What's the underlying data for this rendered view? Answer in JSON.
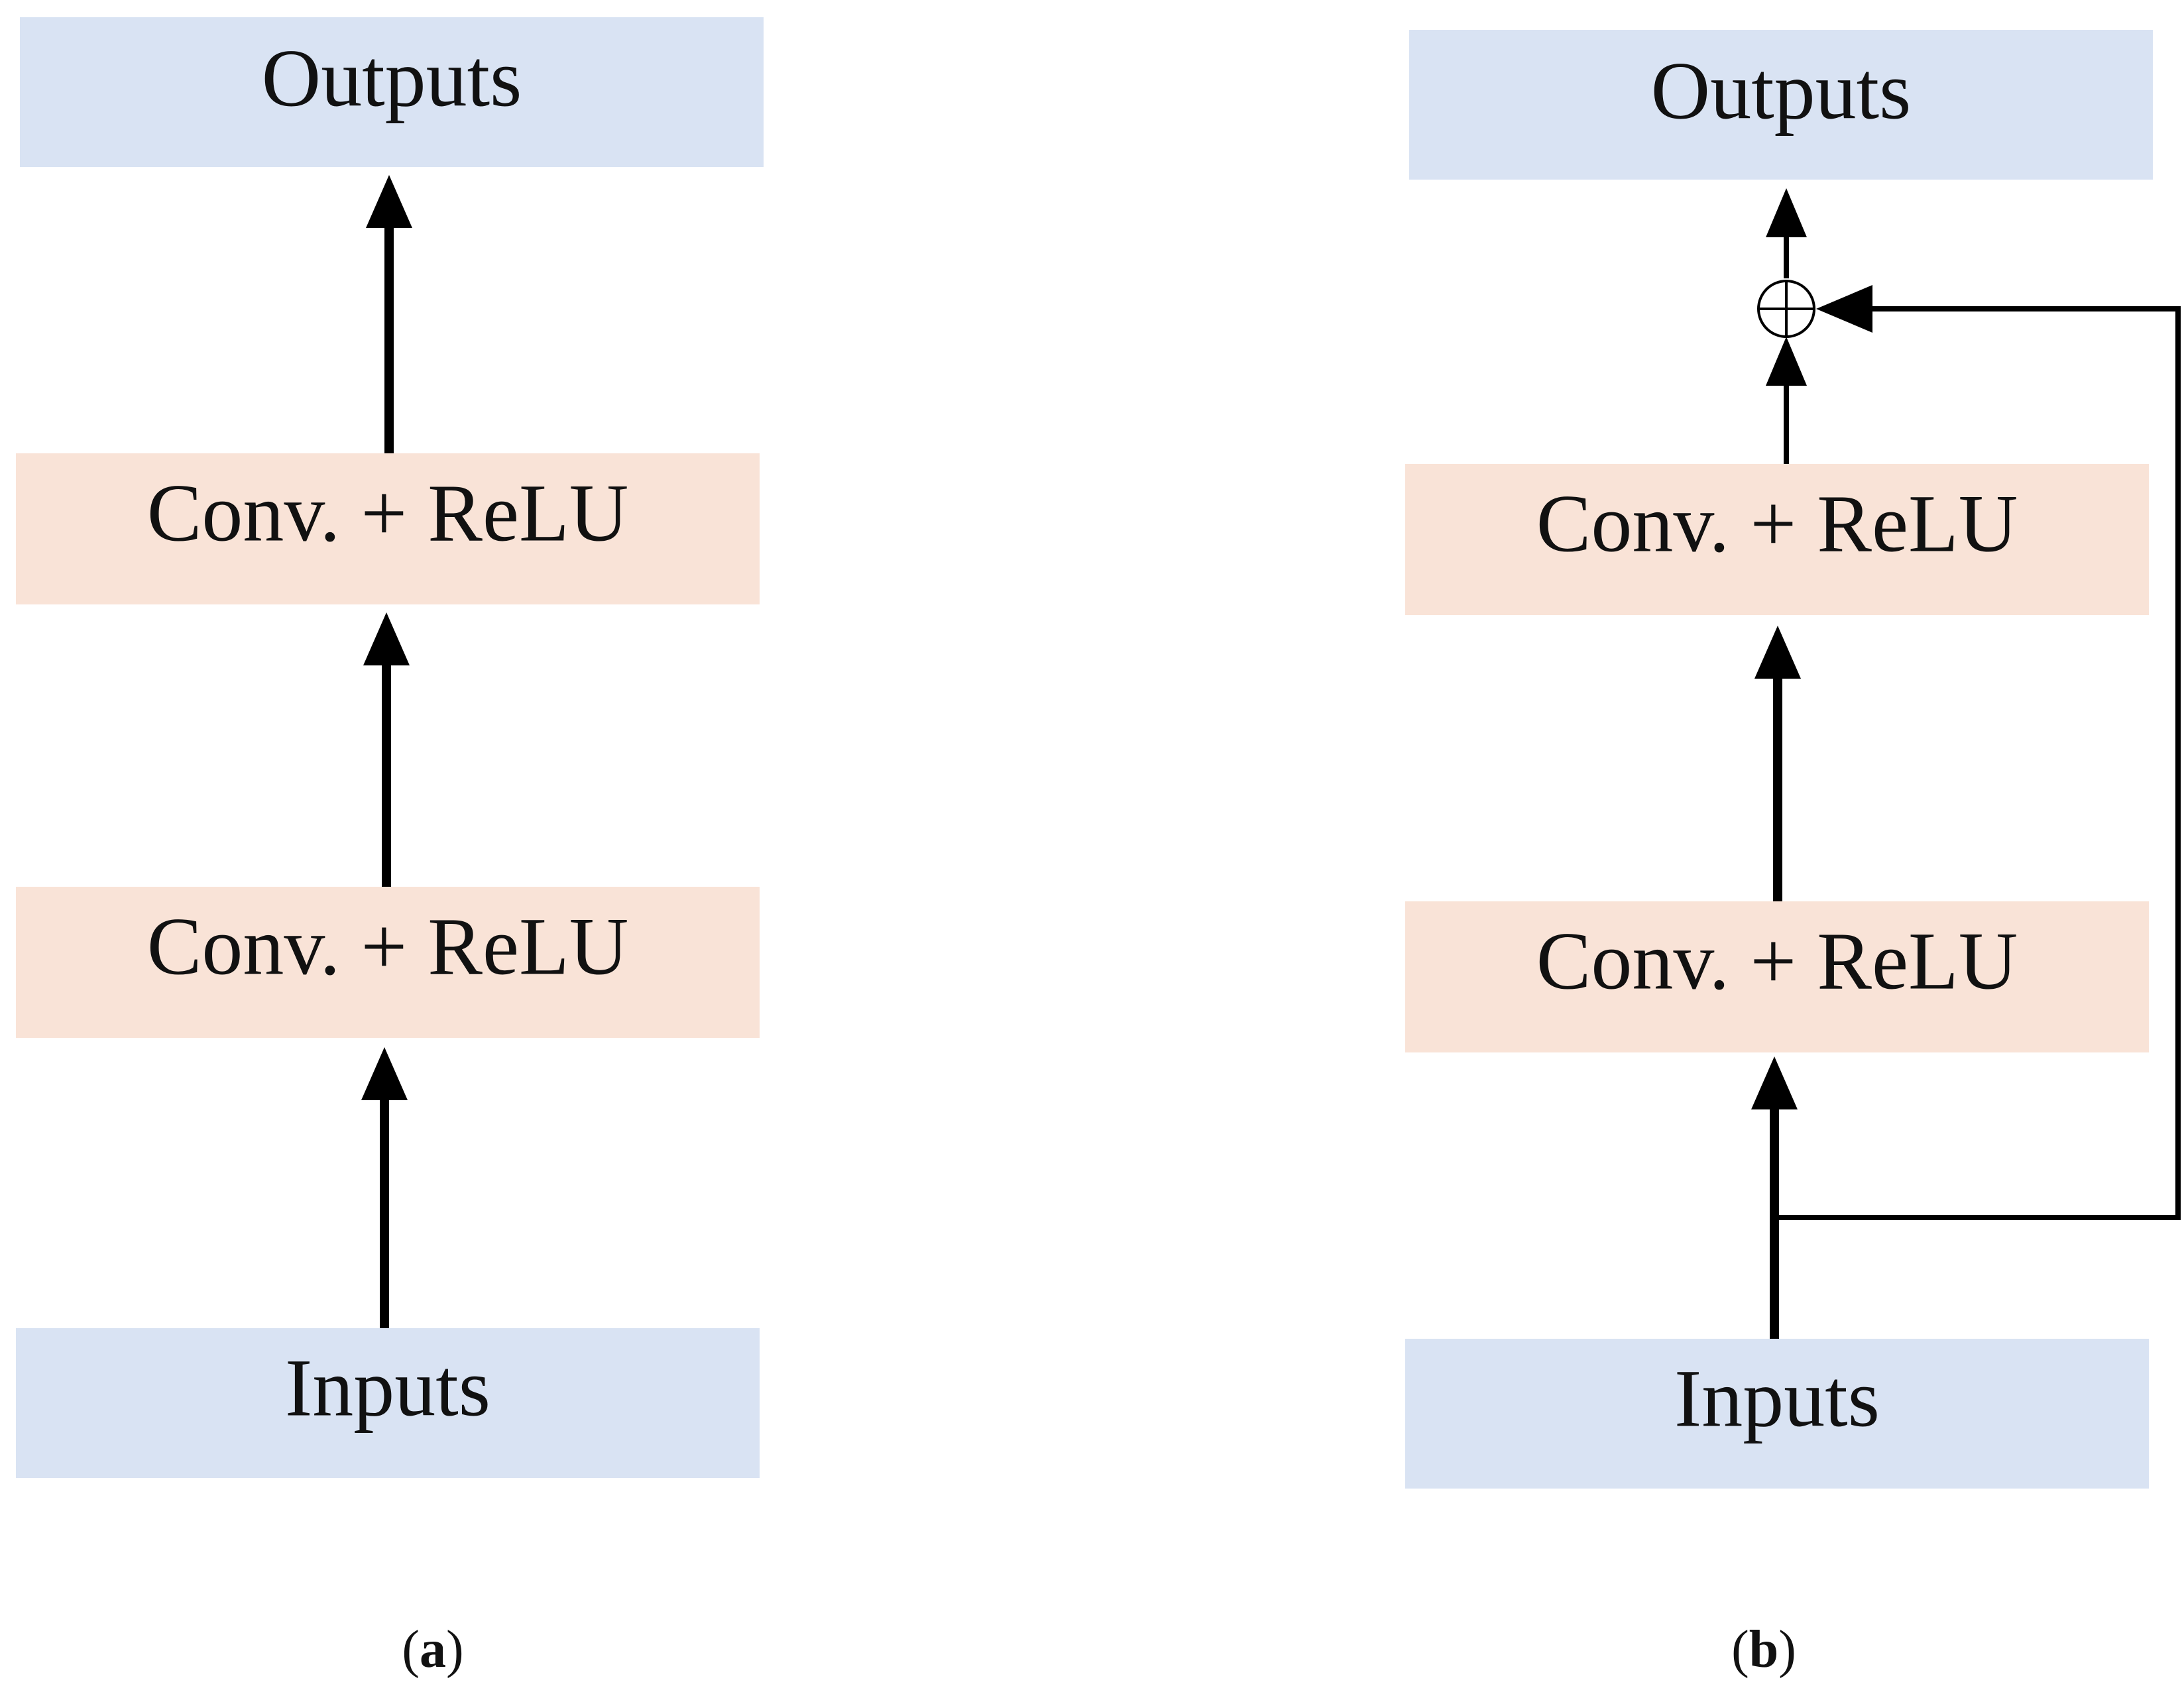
{
  "colors": {
    "io_box": "#d9e3f3",
    "layer_box": "#f9e3d7",
    "line": "#000000",
    "text": "#111111"
  },
  "panel_a": {
    "outputs_label": "Outputs",
    "layer_top_label": "Conv. + ReLU",
    "layer_bottom_label": "Conv. + ReLU",
    "inputs_label": "Inputs",
    "caption_open": "(",
    "caption_letter": "a",
    "caption_close": ")"
  },
  "panel_b": {
    "outputs_label": "Outputs",
    "sum_symbol": "elementwise-sum-icon",
    "layer_top_label": "Conv. + ReLU",
    "layer_bottom_label": "Conv. + ReLU",
    "inputs_label": "Inputs",
    "caption_open": "(",
    "caption_letter": "b",
    "caption_close": ")"
  }
}
